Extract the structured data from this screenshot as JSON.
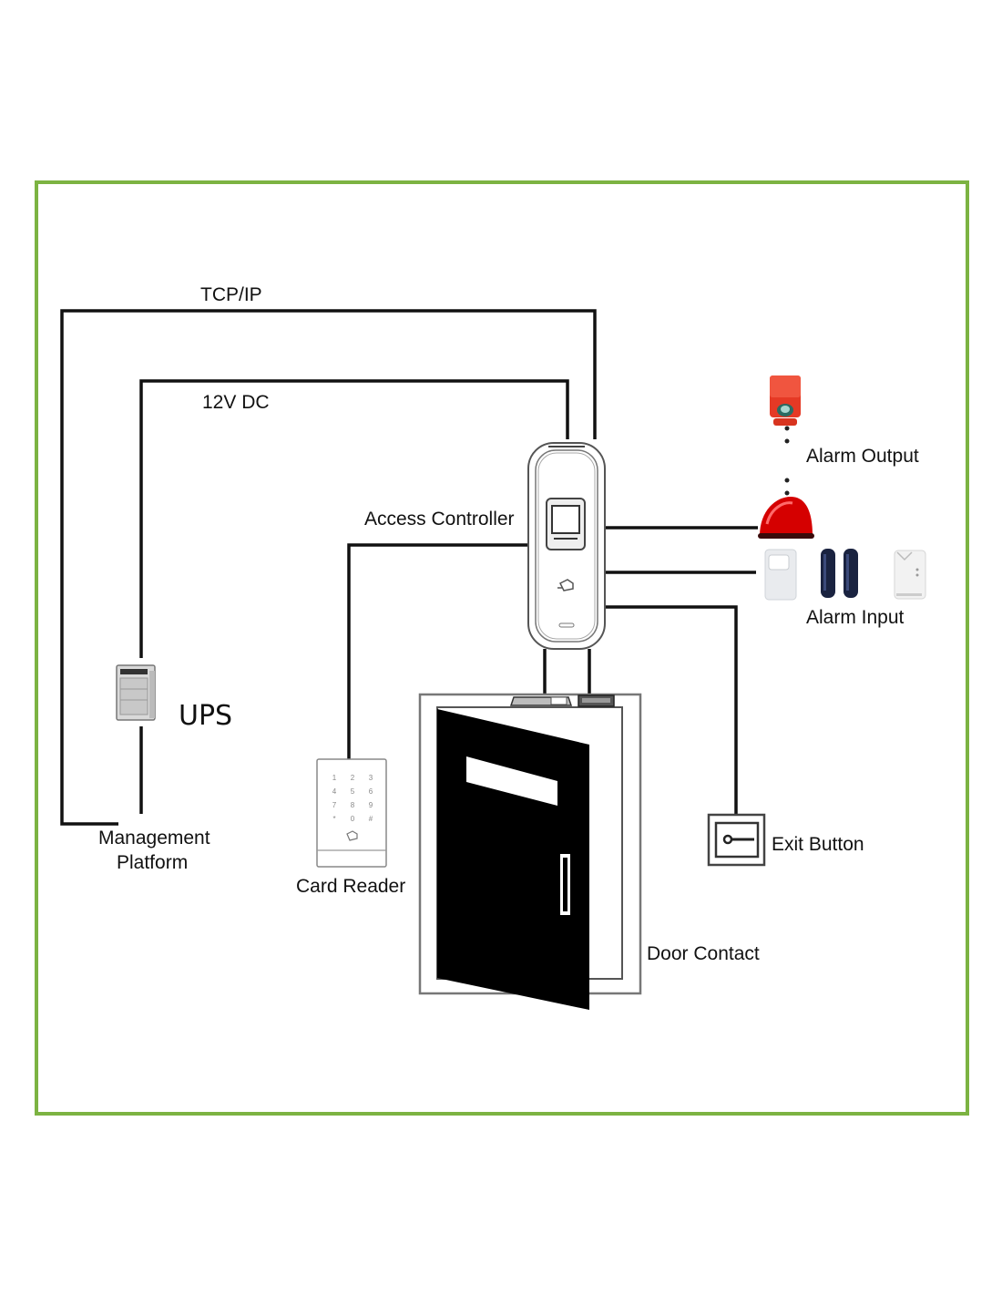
{
  "diagram": {
    "title": "Access Control System Wiring",
    "frame_color": "#7cb342",
    "labels": {
      "tcp_ip": "TCP/IP",
      "dc_power": "12V DC",
      "access_controller": "Access Controller",
      "alarm_output": "Alarm Output",
      "alarm_input": "Alarm Input",
      "ups": "UPS",
      "management_platform_line1": "Management",
      "management_platform_line2": "Platform",
      "card_reader": "Card Reader",
      "door_contact": "Door Contact",
      "exit_button": "Exit Button"
    },
    "keypad_keys": [
      "1",
      "2",
      "3",
      "4",
      "5",
      "6",
      "7",
      "8",
      "9",
      "*",
      "0",
      "#"
    ],
    "colors": {
      "alarm_red": "#e53925",
      "beacon_red": "#d50000",
      "beam_blue": "#1a2340",
      "door_black": "#000000"
    }
  }
}
